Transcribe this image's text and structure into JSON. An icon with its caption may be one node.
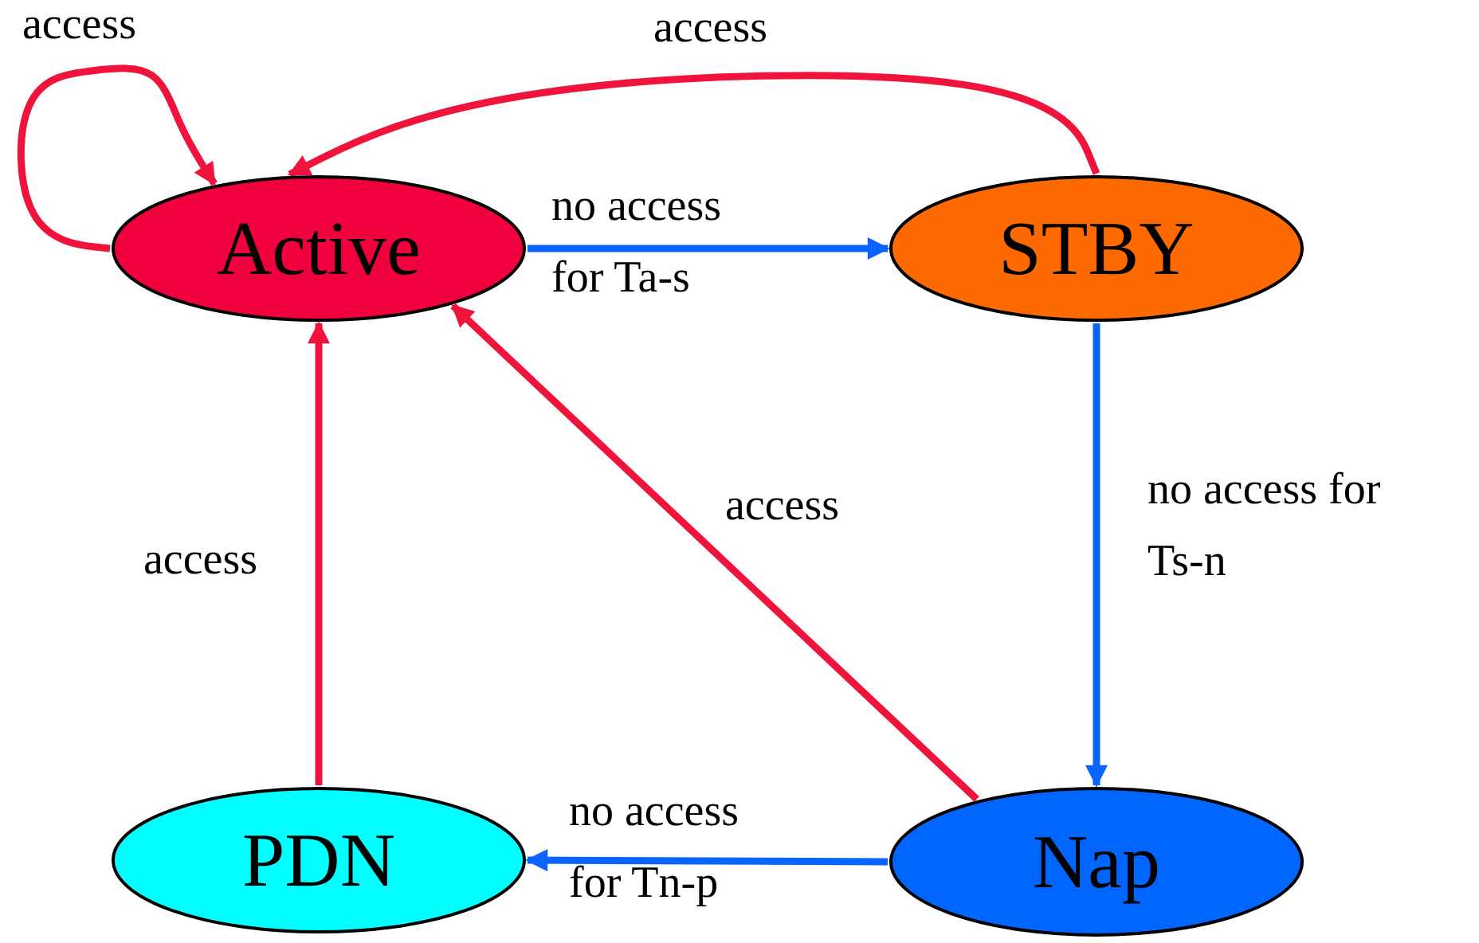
{
  "diagram": {
    "nodes": [
      {
        "text": [
          "Active"
        ]
      },
      {
        "text": [
          "STBY"
        ]
      },
      {
        "text": [
          "PDN"
        ]
      },
      {
        "text": [
          "Nap"
        ]
      }
    ],
    "edges": [
      {
        "from": 0,
        "to": 0,
        "arrow": "to",
        "label": "access"
      },
      {
        "from": 1,
        "to": 0,
        "arrow": "to",
        "label": "access"
      },
      {
        "from": 0,
        "to": 1,
        "arrow": "to",
        "label": "no access for Ta-s",
        "color": "#0a64ff"
      },
      {
        "from": 1,
        "to": 3,
        "arrow": "to",
        "label": "no access for Ts-n",
        "color": "#0a64ff"
      },
      {
        "from": 3,
        "to": 0,
        "arrow": "to",
        "label": "access"
      },
      {
        "from": 2,
        "to": 0,
        "arrow": "to",
        "label": "access"
      },
      {
        "from": 3,
        "to": 2,
        "arrow": "to",
        "label": "no access for Tn-p",
        "color": "#0a64ff"
      }
    ]
  }
}
